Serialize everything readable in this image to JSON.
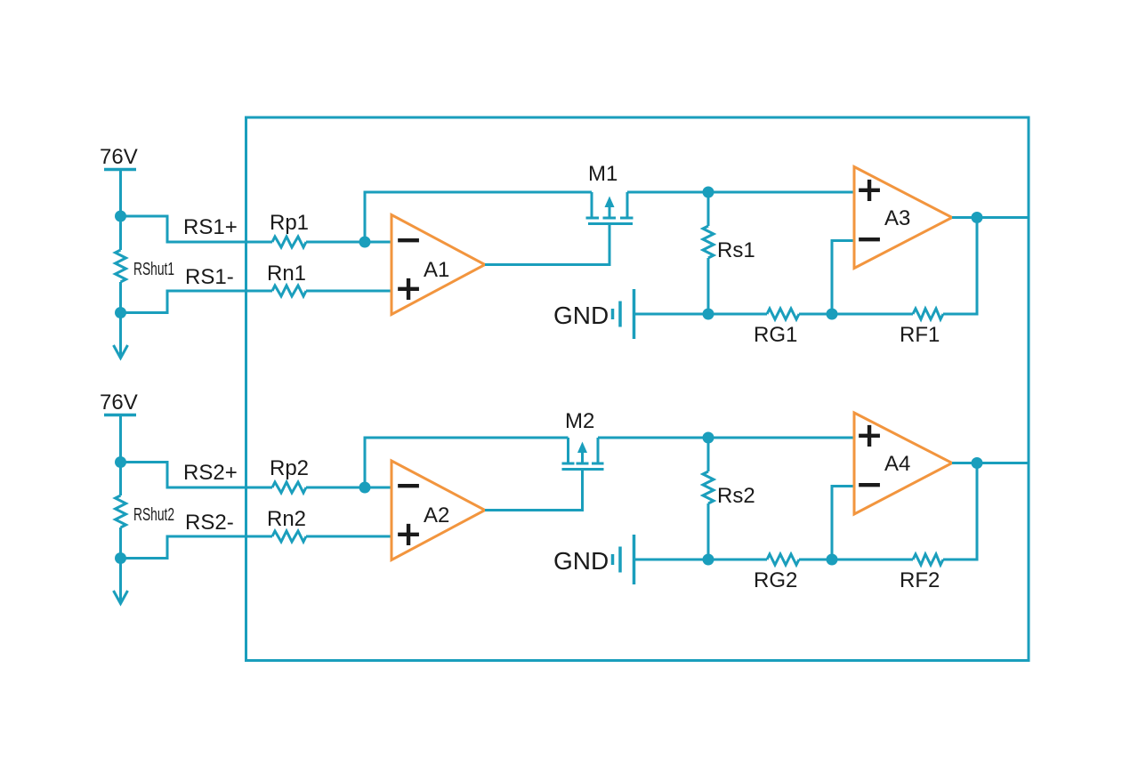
{
  "colors": {
    "wire_teal": "#1A9EBC",
    "amplifier_orange": "#F2953E",
    "label_black": "#1A1A1A",
    "background": "#FFFFFF"
  },
  "channels": [
    {
      "supply_voltage": "76V",
      "shunt_resistor": "RShut1",
      "sense_positive": "RS1+",
      "sense_negative": "RS1-",
      "input_resistor_positive": "Rp1",
      "input_resistor_negative": "Rn1",
      "amplifier": "A1",
      "amplifier_inverting_mark": "−",
      "amplifier_noninverting_mark": "+",
      "mosfet": "M1",
      "sense_resistor": "Rs1",
      "ground_label": "GND",
      "gain_resistor": "RG1",
      "feedback_resistor": "RF1",
      "output_amplifier": "A3",
      "output_amplifier_noninverting_mark": "+",
      "output_amplifier_inverting_mark": "−"
    },
    {
      "supply_voltage": "76V",
      "shunt_resistor": "RShut2",
      "sense_positive": "RS2+",
      "sense_negative": "RS2-",
      "input_resistor_positive": "Rp2",
      "input_resistor_negative": "Rn2",
      "amplifier": "A2",
      "amplifier_inverting_mark": "−",
      "amplifier_noninverting_mark": "+",
      "mosfet": "M2",
      "sense_resistor": "Rs2",
      "ground_label": "GND",
      "gain_resistor": "RG2",
      "feedback_resistor": "RF2",
      "output_amplifier": "A4",
      "output_amplifier_noninverting_mark": "+",
      "output_amplifier_inverting_mark": "−"
    }
  ]
}
